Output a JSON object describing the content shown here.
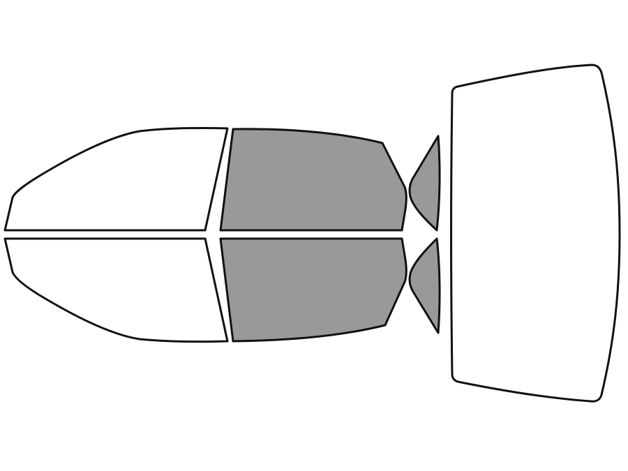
{
  "colors": {
    "background": "#ffffff",
    "outline": "#111111",
    "untinted": "#ffffff",
    "tinted": "#999999"
  },
  "windows": [
    {
      "id": "front-door-window-top",
      "tinted": false
    },
    {
      "id": "front-door-window-bottom",
      "tinted": false
    },
    {
      "id": "rear-door-window-top",
      "tinted": true
    },
    {
      "id": "rear-door-window-bottom",
      "tinted": true
    },
    {
      "id": "quarter-window-top",
      "tinted": true
    },
    {
      "id": "quarter-window-bottom",
      "tinted": true
    },
    {
      "id": "rear-windshield",
      "tinted": false
    }
  ]
}
